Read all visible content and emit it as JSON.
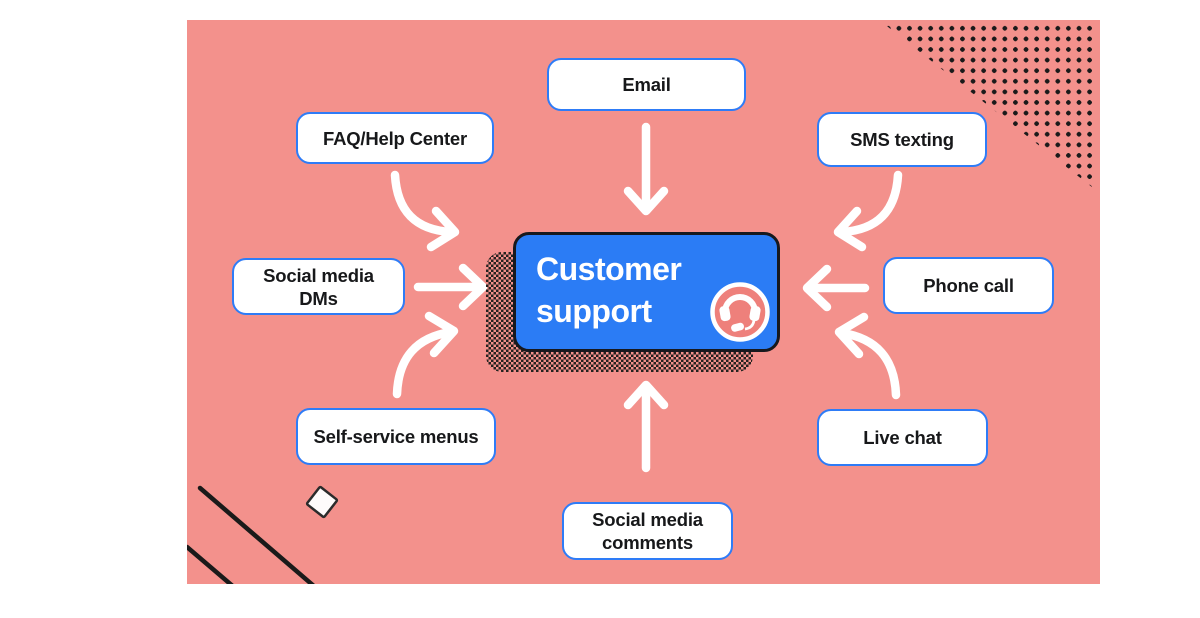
{
  "center": {
    "label": "Customer support",
    "icon": "headset-icon"
  },
  "nodes": [
    {
      "id": "email",
      "label": "Email"
    },
    {
      "id": "faq-help-center",
      "label": "FAQ/Help Center"
    },
    {
      "id": "sms-texting",
      "label": "SMS texting"
    },
    {
      "id": "social-media-dms",
      "label": "Social media\nDMs"
    },
    {
      "id": "phone-call",
      "label": "Phone call"
    },
    {
      "id": "self-service-menus",
      "label": "Self-service menus"
    },
    {
      "id": "live-chat",
      "label": "Live chat"
    },
    {
      "id": "social-media-comments",
      "label": "Social media\ncomments"
    }
  ],
  "connections": [
    {
      "from": "Email",
      "to": "Customer support",
      "style": "straight-down"
    },
    {
      "from": "FAQ/Help Center",
      "to": "Customer support",
      "style": "curved-right-down"
    },
    {
      "from": "SMS texting",
      "to": "Customer support",
      "style": "curved-left-down"
    },
    {
      "from": "Social media DMs",
      "to": "Customer support",
      "style": "straight-right"
    },
    {
      "from": "Phone call",
      "to": "Customer support",
      "style": "straight-left"
    },
    {
      "from": "Self-service menus",
      "to": "Customer support",
      "style": "curved-right-up"
    },
    {
      "from": "Live chat",
      "to": "Customer support",
      "style": "curved-left-up"
    },
    {
      "from": "Social media comments",
      "to": "Customer support",
      "style": "straight-up"
    }
  ],
  "colors": {
    "canvas_bg": "#F3918C",
    "node_bg": "#FFFFFF",
    "node_border": "#2E7CF7",
    "node_text": "#17181A",
    "center_bg": "#2B7CF5",
    "center_border": "#17181D",
    "center_text": "#FFFFFF",
    "arrow": "#FFFFFF",
    "decoration": "#1A1A1A",
    "icon_circle": "#EE807B"
  }
}
